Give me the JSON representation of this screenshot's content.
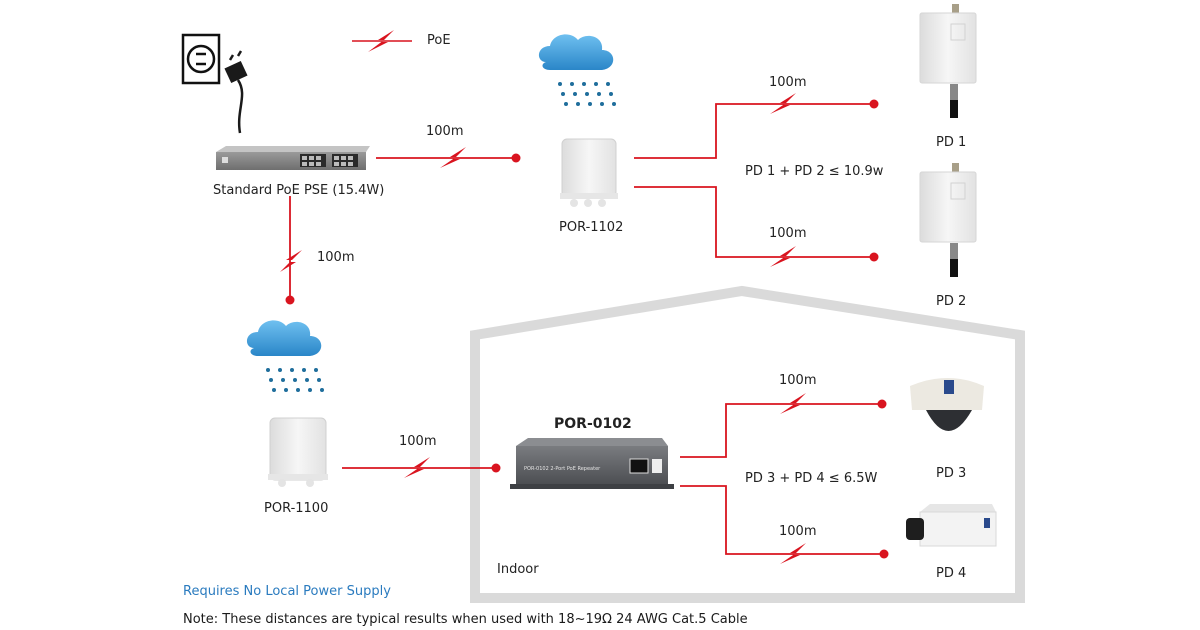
{
  "legend": {
    "symbol": "lightning-cable",
    "label": "PoE"
  },
  "colors": {
    "cable": "#d9141f",
    "cloud": "#3a9ad9",
    "rain": "#1f6e9c",
    "house": "#d9d9d9",
    "footnote_blue": "#2a7bbf"
  },
  "devices": {
    "pse": {
      "label": "Standard PoE PSE (15.4W)"
    },
    "por1102": {
      "label": "POR-1102"
    },
    "por1100": {
      "label": "POR-1100"
    },
    "por0102": {
      "label": "POR-0102",
      "front_text": "POR-0102 2-Port PoE Repeater"
    },
    "pd1": {
      "label": "PD 1"
    },
    "pd2": {
      "label": "PD 2"
    },
    "pd3": {
      "label": "PD 3"
    },
    "pd4": {
      "label": "PD 4"
    }
  },
  "links": {
    "pse_to_por1102": "100m",
    "pse_to_por1100": "100m",
    "por1102_to_pd1": "100m",
    "por1102_to_pd2": "100m",
    "por1100_to_por0102": "100m",
    "por0102_to_pd3": "100m",
    "por0102_to_pd4": "100m"
  },
  "budgets": {
    "outdoor": "PD 1 + PD 2 ≤ 10.9w",
    "indoor": "PD 3 + PD 4 ≤ 6.5W"
  },
  "zones": {
    "indoor": "Indoor"
  },
  "footer": {
    "highlight": "Requires No Local Power Supply",
    "note": "Note: These distances are typical results when used with 18~19Ω 24 AWG Cat.5 Cable"
  }
}
